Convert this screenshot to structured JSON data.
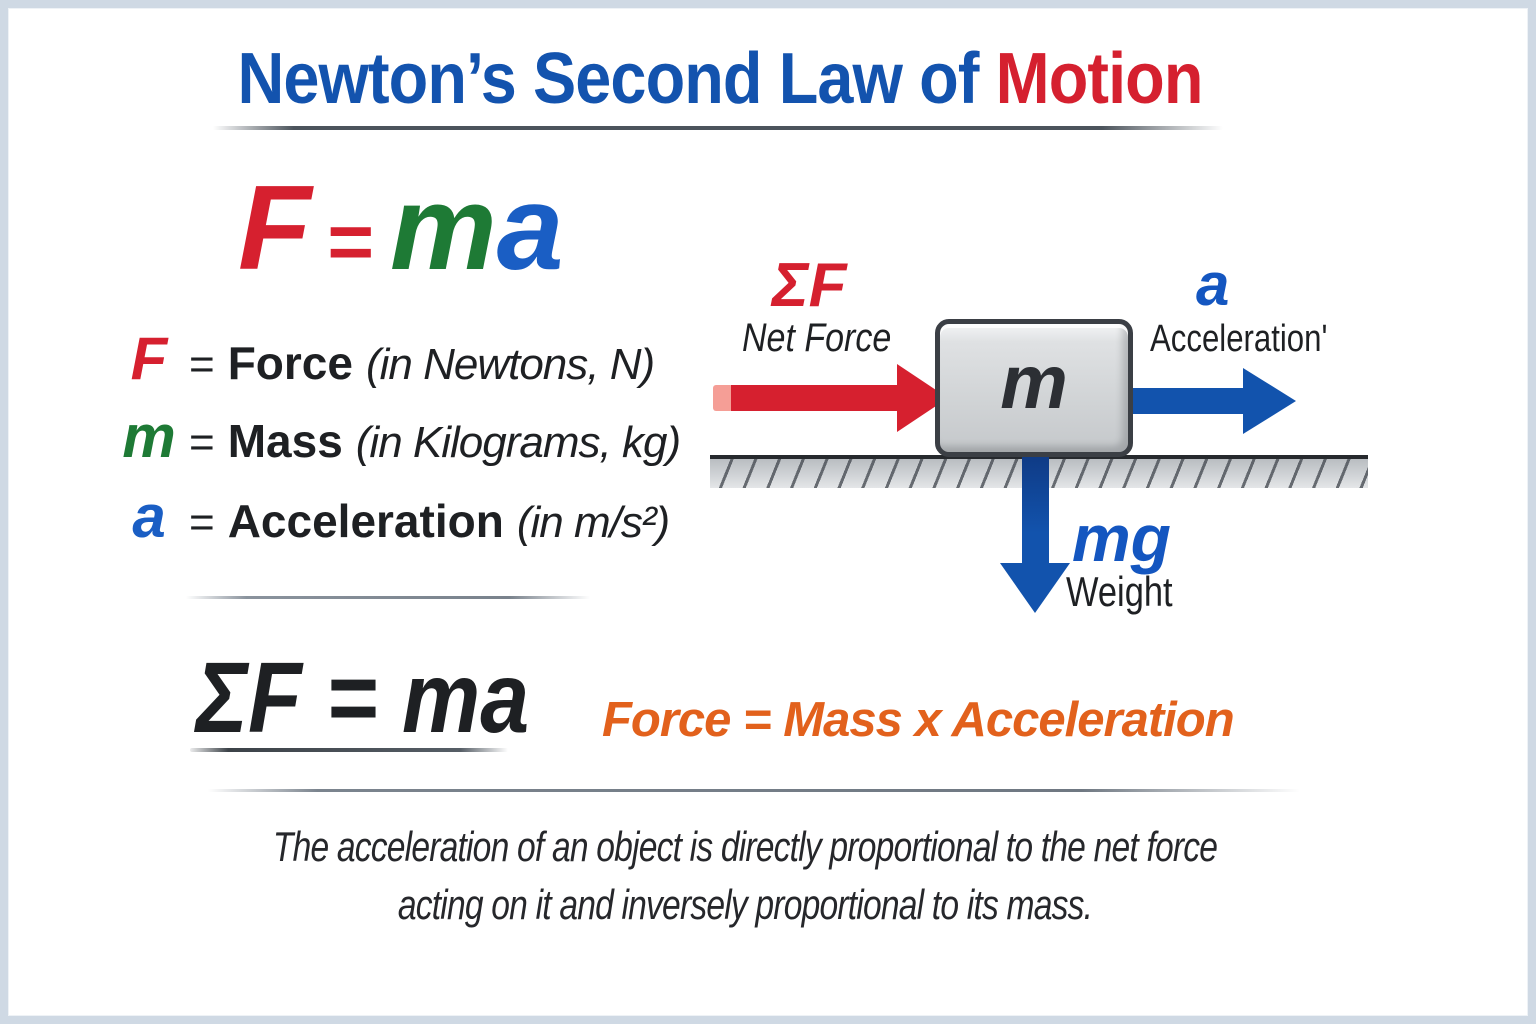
{
  "colors": {
    "frame_border": "#cfd9e4",
    "title_blue": "#1353ae",
    "title_red": "#d5202f",
    "force_red": "#d6202f",
    "mass_green": "#1e7a35",
    "acceleration_blue": "#1a5ec4",
    "diagram_arrow_blue": "#1253ad",
    "diagram_label_blue": "#1456c0",
    "word_formula_orange": "#e2611c",
    "text_black": "#1e2023",
    "block_fill": "#d2d5d7",
    "block_border": "#3b3f45",
    "ground_gray": "#c9cdd1"
  },
  "title": {
    "main": "Newton’s Second Law of",
    "accent": "Motion"
  },
  "formula_main": {
    "lhs": "F",
    "eq": "=",
    "m": "m",
    "a": "a"
  },
  "definitions": [
    {
      "symbol": "F",
      "eq": "=",
      "term": "Force",
      "unit": "(in Newtons, N)"
    },
    {
      "symbol": "m",
      "eq": "=",
      "term": "Mass",
      "unit": "(in Kilograms, kg)"
    },
    {
      "symbol": "a",
      "eq": "=",
      "term": "Acceleration",
      "unit": "(in m/s²)"
    }
  ],
  "diagram": {
    "net_force_symbol": "ΣF",
    "net_force_label": "Net Force",
    "mass_symbol": "m",
    "acceleration_symbol": "a",
    "acceleration_label": "Acceleration'",
    "weight_symbol": "mg",
    "weight_label": "Weight"
  },
  "formula_sum": "ΣF = ma",
  "formula_words": "Force = Mass x Acceleration",
  "caption": {
    "line1": "The acceleration of an object is directly proportional to the net force",
    "line2": "acting on it and inversely proportional to its mass."
  }
}
